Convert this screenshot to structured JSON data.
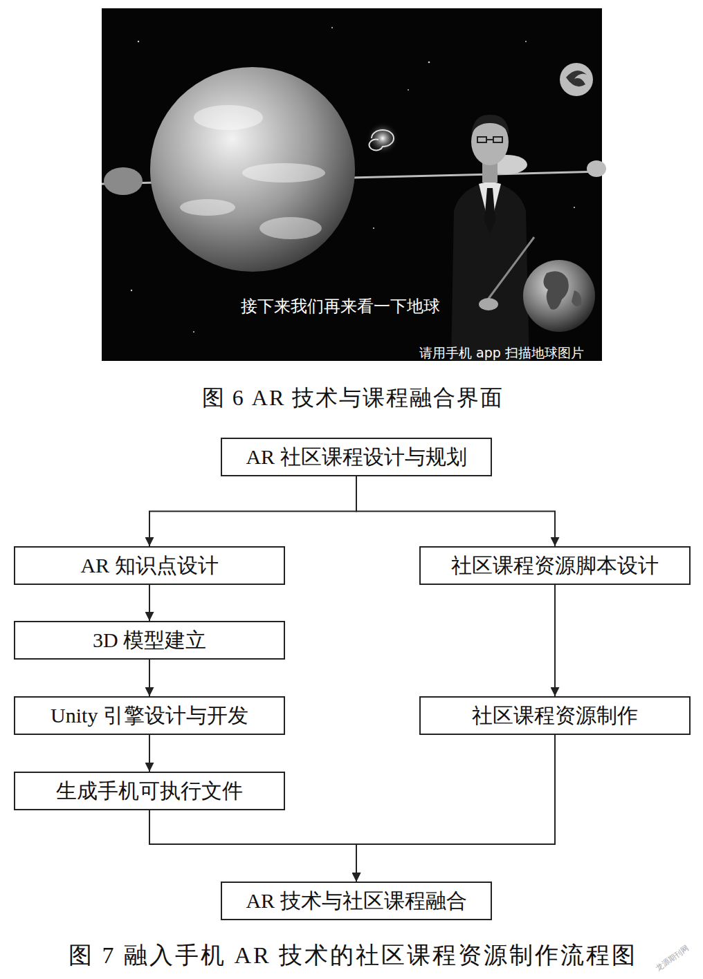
{
  "diagram": {
    "caption": "图 7 融入手机 AR 技术的社区课程资源制作流程图",
    "nodes": [
      {
        "text": [
          "AR 社区课程设计与规划"
        ]
      },
      {
        "text": [
          "AR 知识点设计"
        ]
      },
      {
        "text": [
          "社区课程资源脚本设计"
        ]
      },
      {
        "text": [
          "3D 模型建立"
        ]
      },
      {
        "text": [
          "Unity 引擎设计与开发"
        ]
      },
      {
        "text": [
          "社区课程资源制作"
        ]
      },
      {
        "text": [
          "生成手机可执行文件"
        ]
      },
      {
        "text": [
          "AR 技术与社区课程融合"
        ]
      }
    ],
    "edges": [
      {
        "from": 0,
        "to": 1,
        "arrow": "to"
      },
      {
        "from": 0,
        "to": 2,
        "arrow": "to"
      },
      {
        "from": 1,
        "to": 3,
        "arrow": "to"
      },
      {
        "from": 3,
        "to": 4,
        "arrow": "to"
      },
      {
        "from": 4,
        "to": 6,
        "arrow": "to"
      },
      {
        "from": 2,
        "to": 5,
        "arrow": "to"
      },
      {
        "from": 6,
        "to": 7,
        "arrow": "to"
      },
      {
        "from": 5,
        "to": 7,
        "arrow": "to"
      }
    ],
    "labels": [
      "接下来我们再来看一下地球",
      "请用手机 app 扫描地球图片",
      "图 6 AR 技术与课程融合界面",
      "龙源期刊网"
    ]
  }
}
